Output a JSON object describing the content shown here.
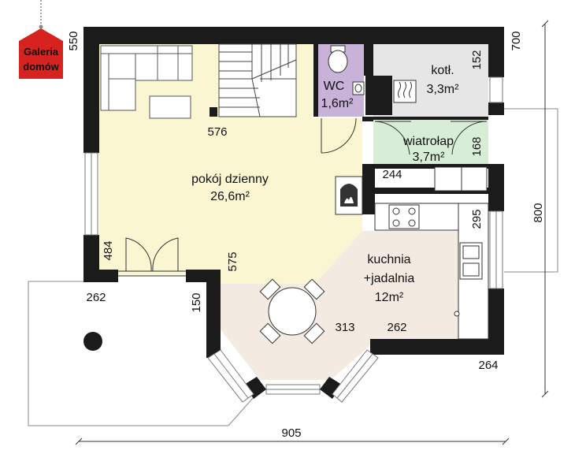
{
  "logo": {
    "line1": "Galeria",
    "line2": "domów",
    "color": "#d6231f"
  },
  "colors": {
    "wall": "#1b1b1b",
    "living": "#faf6d2",
    "kitchen": "#f3ebe1",
    "wc": "#c8b2d8",
    "boiler": "#e6e6e6",
    "vestibule": "#d8edd6",
    "terrace": "#ffffff"
  },
  "rooms": {
    "living": {
      "name": "pokój dzienny",
      "area": "26,6m²"
    },
    "wc": {
      "name": "WC",
      "area": "1,6m²"
    },
    "boiler": {
      "name": "kotł.",
      "area": "3,3m²"
    },
    "vestibule": {
      "name": "wiatrołap",
      "area": "3,7m²"
    },
    "kitchen": {
      "name": "kuchnia",
      "name2": "+jadalnia",
      "area": "12m²"
    }
  },
  "dimensions": {
    "d550": "550",
    "d700": "700",
    "d576": "576",
    "d152": "152",
    "d168": "168",
    "d244": "244",
    "d800": "800",
    "d295": "295",
    "d484": "484",
    "d575": "575",
    "d262a": "262",
    "d150": "150",
    "d313": "313",
    "d262b": "262",
    "d264": "264",
    "d905": "905"
  }
}
